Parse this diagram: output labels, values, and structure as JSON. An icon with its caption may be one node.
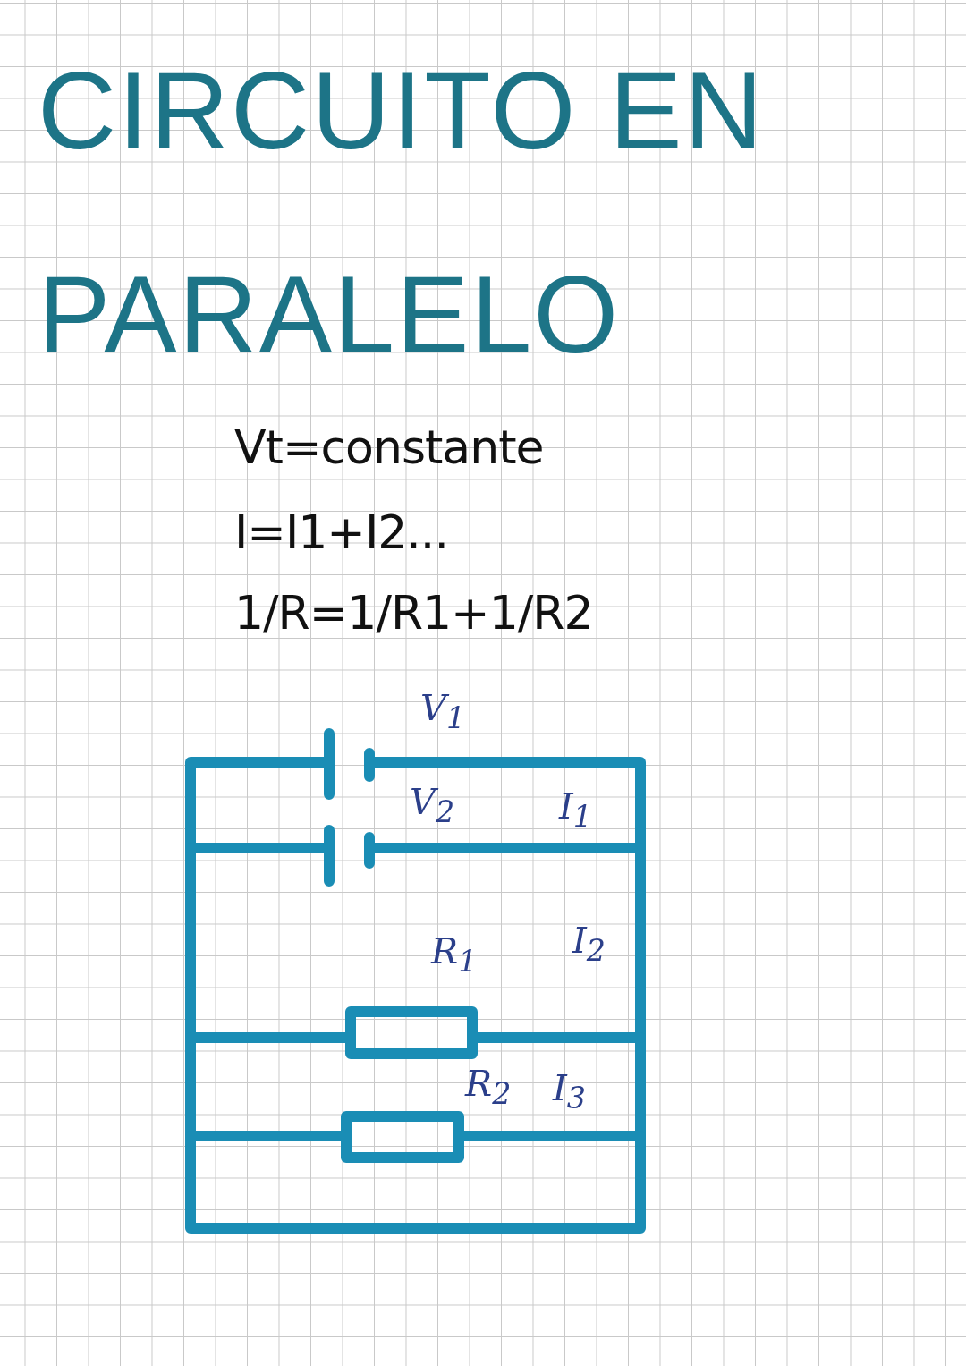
{
  "diagram": {
    "title": "CIRCUITO EN PARALELO",
    "labels": [
      "Vt=constante",
      "I=I1+I2...",
      "1/R=1/R1+1/R2",
      "V$_{1}$",
      "V$_{2}$",
      "I$_{1}$",
      "R$_{1}$",
      "I$_{2}$",
      "R$_{2}$",
      "I$_{3}$"
    ]
  }
}
